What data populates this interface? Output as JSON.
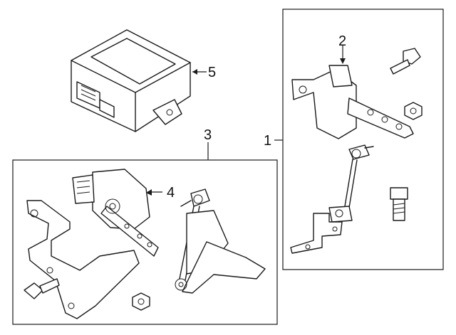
{
  "diagram": {
    "callouts": {
      "c1": "1",
      "c2": "2",
      "c3": "3",
      "c4": "4",
      "c5": "5"
    },
    "colors": {
      "line": "#1a1a1a",
      "background": "#ffffff"
    }
  }
}
